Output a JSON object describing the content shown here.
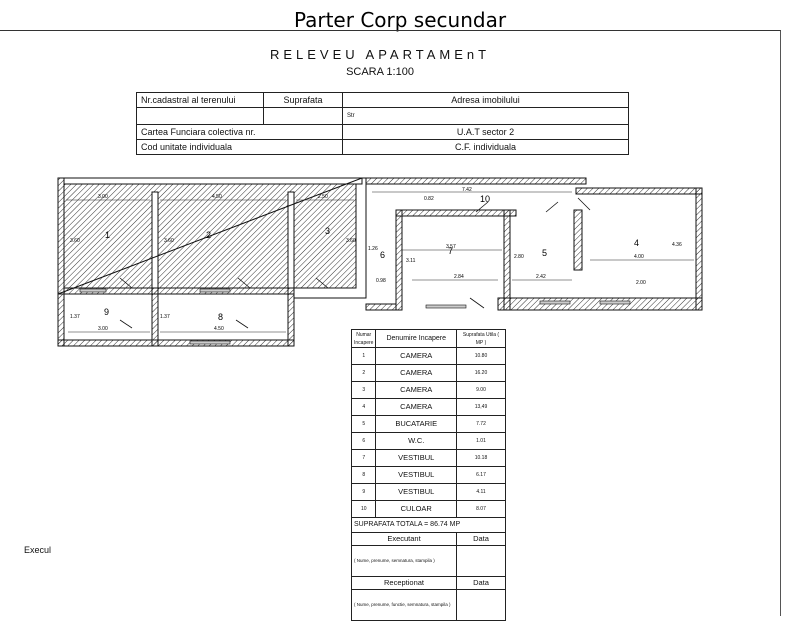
{
  "page_title": "Parter Corp secundar",
  "document": {
    "title": "RELEVEU  APARTAMEnT",
    "scale": "SCARA 1:100"
  },
  "header_table": {
    "cadastral_label": "Nr.cadastral al terenului",
    "surface_label": "Suprafata",
    "address_label": "Adresa imobilului",
    "street_prefix": "Str",
    "land_book_label": "Cartea Funciara colectiva nr.",
    "uat_label": "U.A.T sector 2",
    "unit_code_label": "Cod unitate individuala",
    "cf_label": "C.F. individuala"
  },
  "plan": {
    "rooms": [
      {
        "num": "1"
      },
      {
        "num": "2"
      },
      {
        "num": "3"
      },
      {
        "num": "4"
      },
      {
        "num": "5"
      },
      {
        "num": "6"
      },
      {
        "num": "7"
      },
      {
        "num": "8"
      },
      {
        "num": "9"
      },
      {
        "num": "10"
      }
    ],
    "dims": {
      "d300a": "3.00",
      "d450a": "4.50",
      "d250": "2.50",
      "d742": "7.42",
      "d082": "0.82",
      "d357": "3.57",
      "d284": "2.84",
      "d242": "2.42",
      "d400": "4.00",
      "d200": "2.00",
      "d360a": "3.60",
      "d360b": "3.60",
      "d360c": "3.60",
      "d311": "3.11",
      "d280": "2.80",
      "d436": "4.36",
      "d137a": "1.37",
      "d137b": "1.37",
      "d300b": "3.00",
      "d450b": "4.50",
      "d098": "0.98",
      "d126": "1.26"
    }
  },
  "legend": {
    "header_num": "Numar Incapere",
    "header_name": "Denumire Incapere",
    "header_area": "Suprafata Utila ( MP )",
    "rows": [
      {
        "idx": "1",
        "name": "CAMERA",
        "area": "10.80"
      },
      {
        "idx": "2",
        "name": "CAMERA",
        "area": "16.20"
      },
      {
        "idx": "3",
        "name": "CAMERA",
        "area": "9.00"
      },
      {
        "idx": "4",
        "name": "CAMERA",
        "area": "13,49"
      },
      {
        "idx": "5",
        "name": "BUCATARIE",
        "area": "7.72"
      },
      {
        "idx": "6",
        "name": "W.C.",
        "area": "1.01"
      },
      {
        "idx": "7",
        "name": "VESTIBUL",
        "area": "10.18"
      },
      {
        "idx": "8",
        "name": "VESTIBUL",
        "area": "6.17"
      },
      {
        "idx": "9",
        "name": "VESTIBUL",
        "area": "4.11"
      },
      {
        "idx": "10",
        "name": "CULOAR",
        "area": "8.07"
      }
    ],
    "total": "SUPRAFATA TOTALA = 86.74 MP",
    "executant_label": "Executant",
    "data_label": "Data",
    "executant_note": "( Nume, prenume, semnatura, stampila )",
    "receptionat_label": "Receptionat",
    "data_label_2": "Data",
    "receptionat_note": "( Nume, prenume, functie, semnatura, stampila )"
  },
  "footer": {
    "exec_left": "Execul"
  }
}
